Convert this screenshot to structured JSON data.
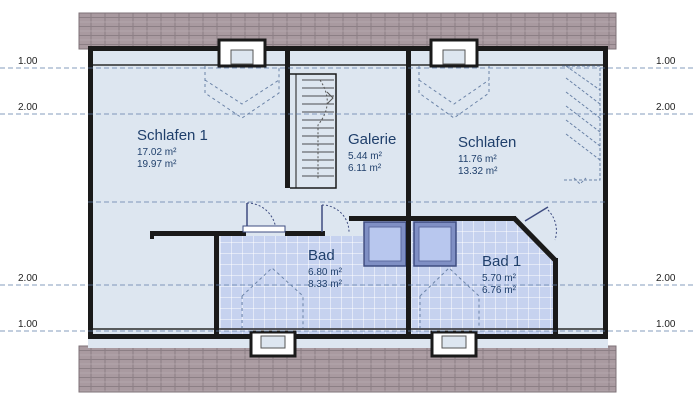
{
  "rooms": [
    {
      "name": "Schlafen 1",
      "area1": "17.02 m²",
      "area2": "19.97 m²"
    },
    {
      "name": "Galerie",
      "area1": "5.44 m²",
      "area2": "6.11 m²"
    },
    {
      "name": "Schlafen",
      "area1": "11.76 m²",
      "area2": "13.32 m²"
    },
    {
      "name": "Bad",
      "area1": "6.80 m²",
      "area2": "8.33 m²"
    },
    {
      "name": "Bad 1",
      "area1": "5.70 m²",
      "area2": "6.76 m²"
    }
  ],
  "height_markers": {
    "top_1": "1.00",
    "top_2": "2.00",
    "bottom_2": "2.00",
    "bottom_1": "1.00"
  },
  "colors": {
    "floor": "#dde6f0",
    "tile": "#c6d2ef",
    "roof": "#a99aa0",
    "wall": "#1a1a1a",
    "text": "#1f3f6b"
  }
}
